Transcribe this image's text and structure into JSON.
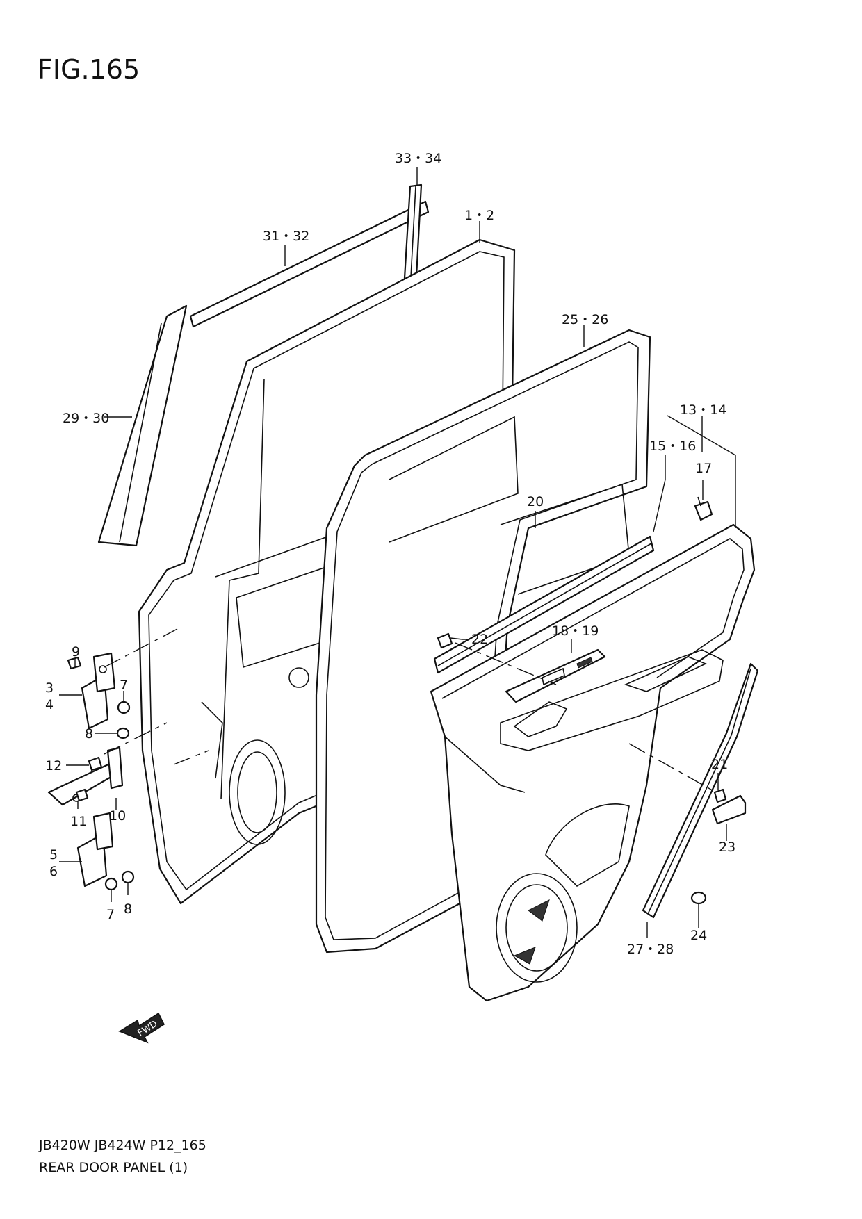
{
  "figure": {
    "title": "FIG.165"
  },
  "footer": {
    "model_code": "JB420W JB424W P12_165",
    "name": "REAR DOOR PANEL (1)"
  },
  "fwd_arrow": {
    "label": "FWD"
  },
  "callouts": {
    "c1": "1・2",
    "c2": "33・34",
    "c3": "31・32",
    "c4": "29・30",
    "c5": "25・26",
    "c6": "13・14",
    "c7": "15・16",
    "c8": "17",
    "c9": "20",
    "c10": "22",
    "c11": "18・19",
    "c12": "21",
    "c13": "23",
    "c14": "24",
    "c15": "27・28",
    "c16": "9",
    "c17": "3",
    "c18": "4",
    "c19": "7",
    "c20": "8",
    "c21": "12",
    "c22": "11",
    "c23": "10",
    "c24": "5",
    "c25": "6",
    "c26": "7",
    "c27": "8"
  }
}
